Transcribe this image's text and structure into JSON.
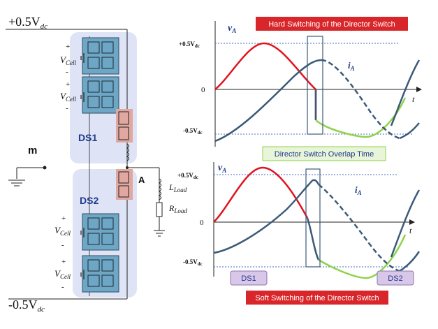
{
  "circuit": {
    "top_rail": "+0.5V",
    "top_rail_sub": "dc",
    "bottom_rail": "-0.5V",
    "bottom_rail_sub": "dc",
    "midpoint": "m",
    "node": "A",
    "ds1": "DS1",
    "ds2": "DS2",
    "cell_prefix": "V",
    "cell_sub": "Cell",
    "plus": "+",
    "minus": "-",
    "inductor": "L",
    "inductor_sub": "Load",
    "resistor": "R",
    "resistor_sub": "Load"
  },
  "waveforms": {
    "top": {
      "banner": "Hard Switching of the Director Switch",
      "v_label": "v",
      "v_sub": "A",
      "i_label": "i",
      "i_sub": "A",
      "pos": "+0.5V",
      "pos_sub": "dc",
      "neg": "-0.5V",
      "neg_sub": "dc",
      "zero": "0",
      "t": "t"
    },
    "overlap_label": "Director Switch Overlap Time",
    "bottom": {
      "banner": "Soft Switching of the Director Switch",
      "v_label": "v",
      "v_sub": "A",
      "i_label": "i",
      "i_sub": "A",
      "pos": "+0.5V",
      "pos_sub": "dc",
      "neg": "-0.5V",
      "neg_sub": "dc",
      "zero": "0",
      "t": "t",
      "ds1_tag": "DS1",
      "ds2_tag": "DS2"
    }
  },
  "colors": {
    "voltage": "#e0141e",
    "current": "#3b5a78",
    "ds_active": "#8ed34a",
    "stack_bg": "#dfe3f6",
    "cell_fill": "#6ea6c6",
    "director_fill": "#e0a8a0",
    "banner": "#d9262a",
    "overlap_bg": "#e8f5d8",
    "tag_bg": "#d9c7ea"
  }
}
